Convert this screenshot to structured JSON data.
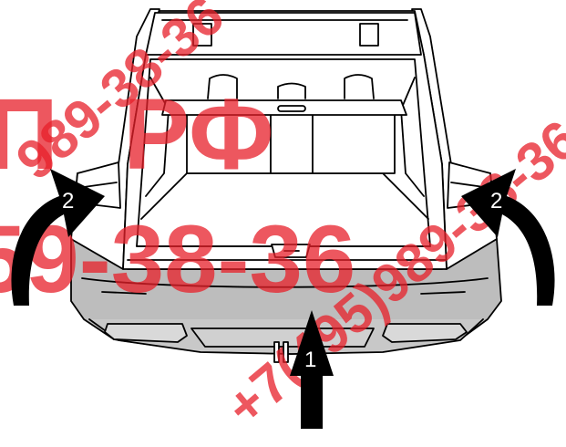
{
  "figure": {
    "subject": "vehicle rear view with open tailgate and cargo area",
    "callouts": {
      "center": "1",
      "left": "2",
      "right": "2"
    },
    "watermark": {
      "brand": "РФ",
      "brand_prefix": "П",
      "phone_line_1": "+7(495)989-38-36",
      "phone_line_2": "989-38-36",
      "phone_line_3": "59-38-36",
      "color": "#e8202a"
    },
    "colors": {
      "outline": "#000000",
      "bumper": "#bdbdbd",
      "arrow": "#000000"
    }
  }
}
